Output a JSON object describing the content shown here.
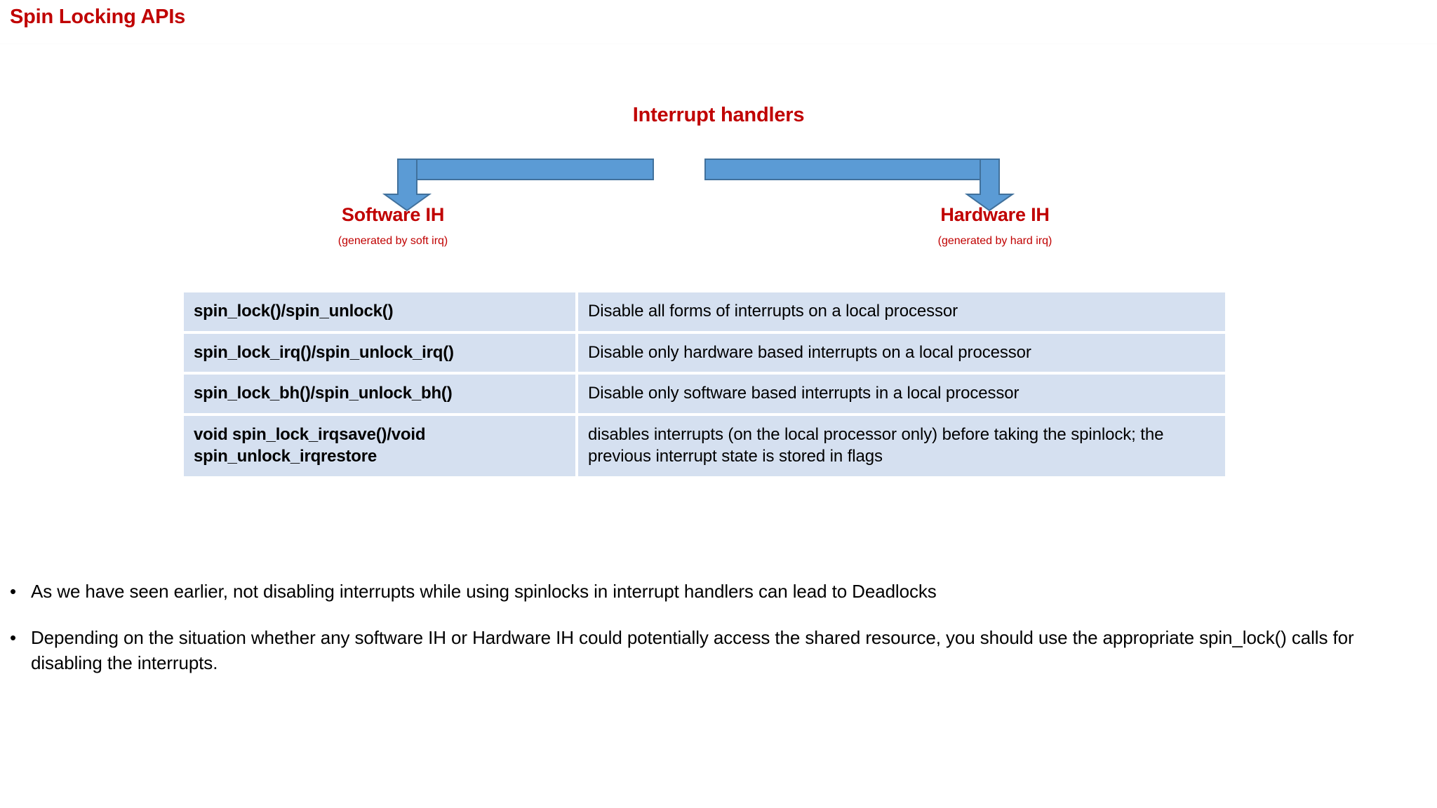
{
  "slide": {
    "title": "Spin Locking APIs"
  },
  "diagram": {
    "heading": "Interrupt handlers",
    "arrow_color": "#5B9BD5",
    "arrow_border_color": "#41719C",
    "branches": [
      {
        "name": "Software IH",
        "subtitle": "(generated by soft irq)"
      },
      {
        "name": "Hardware IH",
        "subtitle": "(generated by hard irq)"
      }
    ]
  },
  "table": {
    "cell_background": "#D5E0F0",
    "rows": [
      {
        "api": "spin_lock()/spin_unlock()",
        "description": "Disable all forms of interrupts on a local processor"
      },
      {
        "api": "spin_lock_irq()/spin_unlock_irq()",
        "description": "Disable only hardware based interrupts on a local processor"
      },
      {
        "api": "spin_lock_bh()/spin_unlock_bh()",
        "description": "Disable only software based interrupts in a local processor"
      },
      {
        "api": "void spin_lock_irqsave()/void spin_unlock_irqrestore",
        "description": "disables interrupts (on the local processor only) before taking the spinlock; the previous interrupt state is stored in flags"
      }
    ]
  },
  "bullets": {
    "marker": "•",
    "items": [
      "As we have seen earlier, not disabling interrupts while using spinlocks in interrupt handlers can lead to Deadlocks",
      "Depending on the situation whether any software IH or Hardware IH could potentially access the shared resource, you should use the appropriate spin_lock() calls for disabling the interrupts."
    ]
  },
  "colors": {
    "title_red": "#C00000",
    "body_black": "#000000",
    "page_background": "#FFFFFF"
  }
}
